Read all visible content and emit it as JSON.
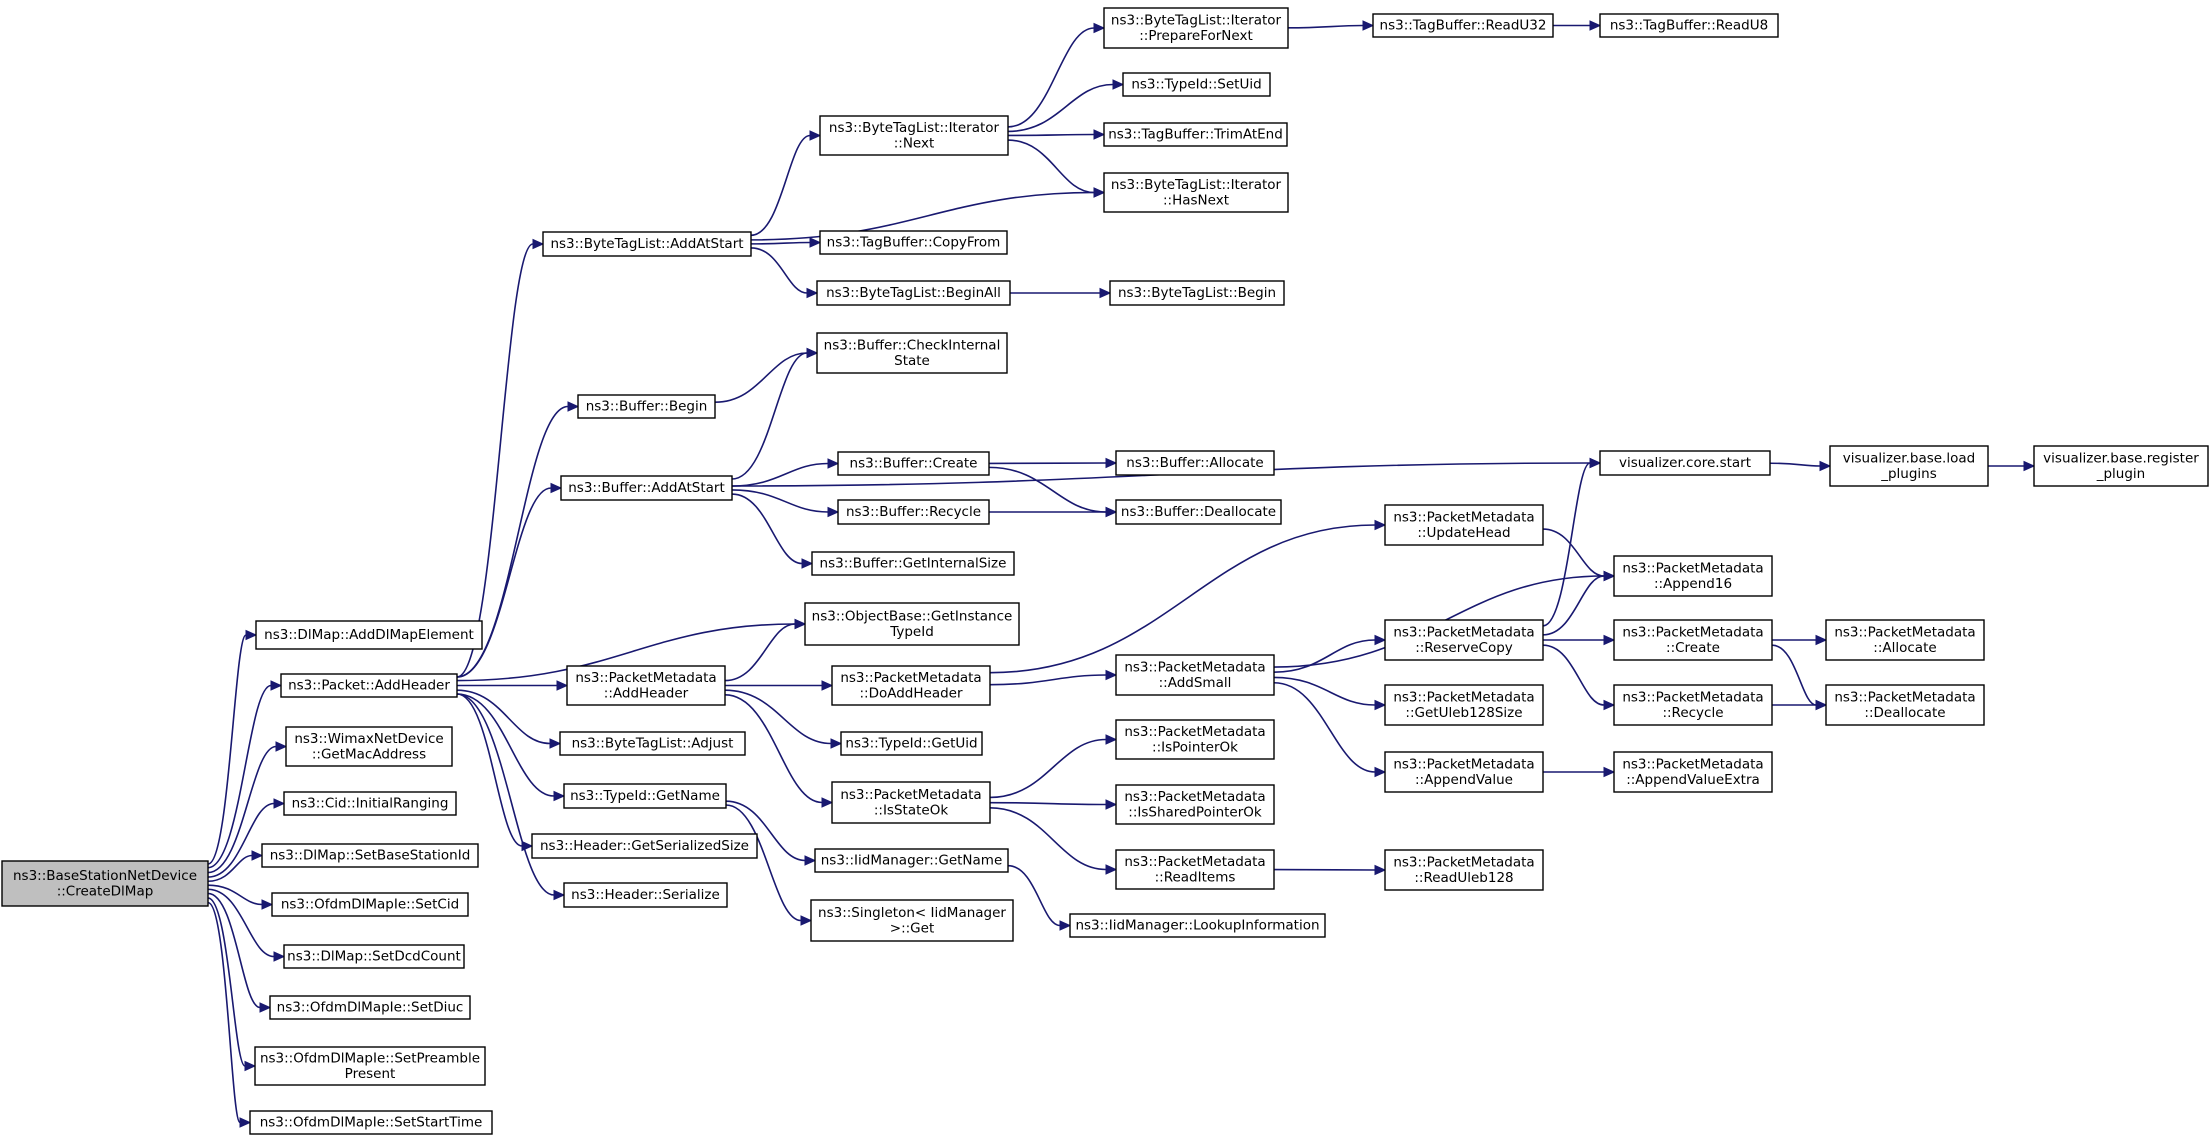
{
  "colors": {
    "edge": "#191970",
    "node_border": "#000000",
    "node_fill": "#ffffff",
    "root_fill": "#bfbfbf"
  },
  "nodes": [
    {
      "id": "root",
      "lines": [
        "ns3::BaseStationNetDevice",
        "::CreateDlMap"
      ],
      "root": true
    },
    {
      "id": "dlmapAdd",
      "lines": [
        "ns3::DlMap::AddDlMapElement"
      ]
    },
    {
      "id": "pktAddHeader",
      "lines": [
        "ns3::Packet::AddHeader"
      ]
    },
    {
      "id": "wimaxMac",
      "lines": [
        "ns3::WimaxNetDevice",
        "::GetMacAddress"
      ]
    },
    {
      "id": "cidInit",
      "lines": [
        "ns3::Cid::InitialRanging"
      ]
    },
    {
      "id": "dlmapBSID",
      "lines": [
        "ns3::DlMap::SetBaseStationId"
      ]
    },
    {
      "id": "ofdmCid",
      "lines": [
        "ns3::OfdmDlMapIe::SetCid"
      ]
    },
    {
      "id": "dlmapDcd",
      "lines": [
        "ns3::DlMap::SetDcdCount"
      ]
    },
    {
      "id": "ofdmDiuc",
      "lines": [
        "ns3::OfdmDlMapIe::SetDiuc"
      ]
    },
    {
      "id": "ofdmPreamble",
      "lines": [
        "ns3::OfdmDlMapIe::SetPreamble",
        "Present"
      ]
    },
    {
      "id": "ofdmStart",
      "lines": [
        "ns3::OfdmDlMapIe::SetStartTime"
      ]
    },
    {
      "id": "btlAddAtStart",
      "lines": [
        "ns3::ByteTagList::AddAtStart"
      ]
    },
    {
      "id": "bufBegin",
      "lines": [
        "ns3::Buffer::Begin"
      ]
    },
    {
      "id": "bufAddAtStart",
      "lines": [
        "ns3::Buffer::AddAtStart"
      ]
    },
    {
      "id": "objGetInst",
      "lines": [
        "ns3::ObjectBase::GetInstance",
        "TypeId"
      ]
    },
    {
      "id": "pmAddHeader",
      "lines": [
        "ns3::PacketMetadata",
        "::AddHeader"
      ]
    },
    {
      "id": "btlAdjust",
      "lines": [
        "ns3::ByteTagList::Adjust"
      ]
    },
    {
      "id": "typeGetName",
      "lines": [
        "ns3::TypeId::GetName"
      ]
    },
    {
      "id": "hdrGetSize",
      "lines": [
        "ns3::Header::GetSerializedSize"
      ]
    },
    {
      "id": "hdrSerialize",
      "lines": [
        "ns3::Header::Serialize"
      ]
    },
    {
      "id": "btlItNext",
      "lines": [
        "ns3::ByteTagList::Iterator",
        "::Next"
      ]
    },
    {
      "id": "tbCopyFrom",
      "lines": [
        "ns3::TagBuffer::CopyFrom"
      ]
    },
    {
      "id": "btlBeginAll",
      "lines": [
        "ns3::ByteTagList::BeginAll"
      ]
    },
    {
      "id": "bufCheck",
      "lines": [
        "ns3::Buffer::CheckInternal",
        "State"
      ]
    },
    {
      "id": "bufCreate",
      "lines": [
        "ns3::Buffer::Create"
      ]
    },
    {
      "id": "bufRecycle",
      "lines": [
        "ns3::Buffer::Recycle"
      ]
    },
    {
      "id": "bufGetSize",
      "lines": [
        "ns3::Buffer::GetInternalSize"
      ]
    },
    {
      "id": "pmDoAdd",
      "lines": [
        "ns3::PacketMetadata",
        "::DoAddHeader"
      ]
    },
    {
      "id": "typeGetUid",
      "lines": [
        "ns3::TypeId::GetUid"
      ]
    },
    {
      "id": "pmIsState",
      "lines": [
        "ns3::PacketMetadata",
        "::IsStateOk"
      ]
    },
    {
      "id": "iidGetName",
      "lines": [
        "ns3::IidManager::GetName"
      ]
    },
    {
      "id": "singletonGet",
      "lines": [
        "ns3::Singleton< IidManager",
        ">::Get"
      ]
    },
    {
      "id": "btlItPrep",
      "lines": [
        "ns3::ByteTagList::Iterator",
        "::PrepareForNext"
      ]
    },
    {
      "id": "typeSetUid",
      "lines": [
        "ns3::TypeId::SetUid"
      ]
    },
    {
      "id": "tbTrim",
      "lines": [
        "ns3::TagBuffer::TrimAtEnd"
      ]
    },
    {
      "id": "btlItHasNext",
      "lines": [
        "ns3::ByteTagList::Iterator",
        "::HasNext"
      ]
    },
    {
      "id": "btlBegin",
      "lines": [
        "ns3::ByteTagList::Begin"
      ]
    },
    {
      "id": "bufAllocate",
      "lines": [
        "ns3::Buffer::Allocate"
      ]
    },
    {
      "id": "bufDealloc",
      "lines": [
        "ns3::Buffer::Deallocate"
      ]
    },
    {
      "id": "pmAddSmall",
      "lines": [
        "ns3::PacketMetadata",
        "::AddSmall"
      ]
    },
    {
      "id": "pmIsPtrOk",
      "lines": [
        "ns3::PacketMetadata",
        "::IsPointerOk"
      ]
    },
    {
      "id": "pmIsShared",
      "lines": [
        "ns3::PacketMetadata",
        "::IsSharedPointerOk"
      ]
    },
    {
      "id": "pmReadItems",
      "lines": [
        "ns3::PacketMetadata",
        "::ReadItems"
      ]
    },
    {
      "id": "iidLookup",
      "lines": [
        "ns3::IidManager::LookupInformation"
      ]
    },
    {
      "id": "tbReadU32",
      "lines": [
        "ns3::TagBuffer::ReadU32"
      ]
    },
    {
      "id": "tbReadU8",
      "lines": [
        "ns3::TagBuffer::ReadU8"
      ]
    },
    {
      "id": "vizStart",
      "lines": [
        "visualizer.core.start"
      ]
    },
    {
      "id": "pmUpdHead",
      "lines": [
        "ns3::PacketMetadata",
        "::UpdateHead"
      ]
    },
    {
      "id": "pmReserve",
      "lines": [
        "ns3::PacketMetadata",
        "::ReserveCopy"
      ]
    },
    {
      "id": "pmGetUleb",
      "lines": [
        "ns3::PacketMetadata",
        "::GetUleb128Size"
      ]
    },
    {
      "id": "pmAppendValue",
      "lines": [
        "ns3::PacketMetadata",
        "::AppendValue"
      ]
    },
    {
      "id": "pmReadUleb",
      "lines": [
        "ns3::PacketMetadata",
        "::ReadUleb128"
      ]
    },
    {
      "id": "vizLoad",
      "lines": [
        "visualizer.base.load",
        "_plugins"
      ]
    },
    {
      "id": "vizRegister",
      "lines": [
        "visualizer.base.register",
        "_plugin"
      ]
    },
    {
      "id": "pmAppend16",
      "lines": [
        "ns3::PacketMetadata",
        "::Append16"
      ]
    },
    {
      "id": "pmCreate",
      "lines": [
        "ns3::PacketMetadata",
        "::Create"
      ]
    },
    {
      "id": "pmRecycle",
      "lines": [
        "ns3::PacketMetadata",
        "::Recycle"
      ]
    },
    {
      "id": "pmAppendExtra",
      "lines": [
        "ns3::PacketMetadata",
        "::AppendValueExtra"
      ]
    },
    {
      "id": "pmAllocate",
      "lines": [
        "ns3::PacketMetadata",
        "::Allocate"
      ]
    },
    {
      "id": "pmDealloc",
      "lines": [
        "ns3::PacketMetadata",
        "::Deallocate"
      ]
    }
  ],
  "edges": [
    [
      "root",
      "dlmapAdd"
    ],
    [
      "root",
      "pktAddHeader"
    ],
    [
      "root",
      "wimaxMac"
    ],
    [
      "root",
      "cidInit"
    ],
    [
      "root",
      "dlmapBSID"
    ],
    [
      "root",
      "ofdmCid"
    ],
    [
      "root",
      "dlmapDcd"
    ],
    [
      "root",
      "ofdmDiuc"
    ],
    [
      "root",
      "ofdmPreamble"
    ],
    [
      "root",
      "ofdmStart"
    ],
    [
      "pktAddHeader",
      "btlAddAtStart"
    ],
    [
      "pktAddHeader",
      "bufBegin"
    ],
    [
      "pktAddHeader",
      "bufAddAtStart"
    ],
    [
      "pktAddHeader",
      "objGetInst"
    ],
    [
      "pktAddHeader",
      "pmAddHeader"
    ],
    [
      "pktAddHeader",
      "btlAdjust"
    ],
    [
      "pktAddHeader",
      "typeGetName"
    ],
    [
      "pktAddHeader",
      "hdrGetSize"
    ],
    [
      "pktAddHeader",
      "hdrSerialize"
    ],
    [
      "btlAddAtStart",
      "btlItNext"
    ],
    [
      "btlAddAtStart",
      "btlItHasNext"
    ],
    [
      "btlAddAtStart",
      "tbCopyFrom"
    ],
    [
      "btlAddAtStart",
      "btlBeginAll"
    ],
    [
      "btlItNext",
      "btlItPrep"
    ],
    [
      "btlItNext",
      "typeSetUid"
    ],
    [
      "btlItNext",
      "tbTrim"
    ],
    [
      "btlItNext",
      "btlItHasNext"
    ],
    [
      "btlItPrep",
      "tbReadU32"
    ],
    [
      "tbReadU32",
      "tbReadU8"
    ],
    [
      "btlBeginAll",
      "btlBegin"
    ],
    [
      "bufBegin",
      "bufCheck"
    ],
    [
      "bufAddAtStart",
      "bufCheck"
    ],
    [
      "bufAddAtStart",
      "vizStart"
    ],
    [
      "bufAddAtStart",
      "bufCreate"
    ],
    [
      "bufAddAtStart",
      "bufRecycle"
    ],
    [
      "bufAddAtStart",
      "bufGetSize"
    ],
    [
      "bufCreate",
      "bufAllocate"
    ],
    [
      "bufCreate",
      "bufDealloc"
    ],
    [
      "bufRecycle",
      "bufDealloc"
    ],
    [
      "vizStart",
      "vizLoad"
    ],
    [
      "vizLoad",
      "vizRegister"
    ],
    [
      "pmAddHeader",
      "objGetInst"
    ],
    [
      "pmAddHeader",
      "pmDoAdd"
    ],
    [
      "pmAddHeader",
      "typeGetUid"
    ],
    [
      "pmAddHeader",
      "pmIsState"
    ],
    [
      "pmDoAdd",
      "pmUpdHead"
    ],
    [
      "pmDoAdd",
      "pmAddSmall"
    ],
    [
      "pmUpdHead",
      "pmAppend16"
    ],
    [
      "pmAddSmall",
      "pmAppend16"
    ],
    [
      "pmAddSmall",
      "pmReserve"
    ],
    [
      "pmAddSmall",
      "pmGetUleb"
    ],
    [
      "pmAddSmall",
      "pmAppendValue"
    ],
    [
      "pmReserve",
      "vizStart"
    ],
    [
      "pmReserve",
      "pmAppend16"
    ],
    [
      "pmReserve",
      "pmCreate"
    ],
    [
      "pmReserve",
      "pmRecycle"
    ],
    [
      "pmCreate",
      "pmAllocate"
    ],
    [
      "pmCreate",
      "pmDealloc"
    ],
    [
      "pmRecycle",
      "pmDealloc"
    ],
    [
      "pmAppendValue",
      "pmAppendExtra"
    ],
    [
      "pmIsState",
      "pmIsPtrOk"
    ],
    [
      "pmIsState",
      "pmIsShared"
    ],
    [
      "pmIsState",
      "pmReadItems"
    ],
    [
      "pmReadItems",
      "pmReadUleb"
    ],
    [
      "typeGetName",
      "iidGetName"
    ],
    [
      "typeGetName",
      "singletonGet"
    ],
    [
      "iidGetName",
      "iidLookup"
    ]
  ]
}
